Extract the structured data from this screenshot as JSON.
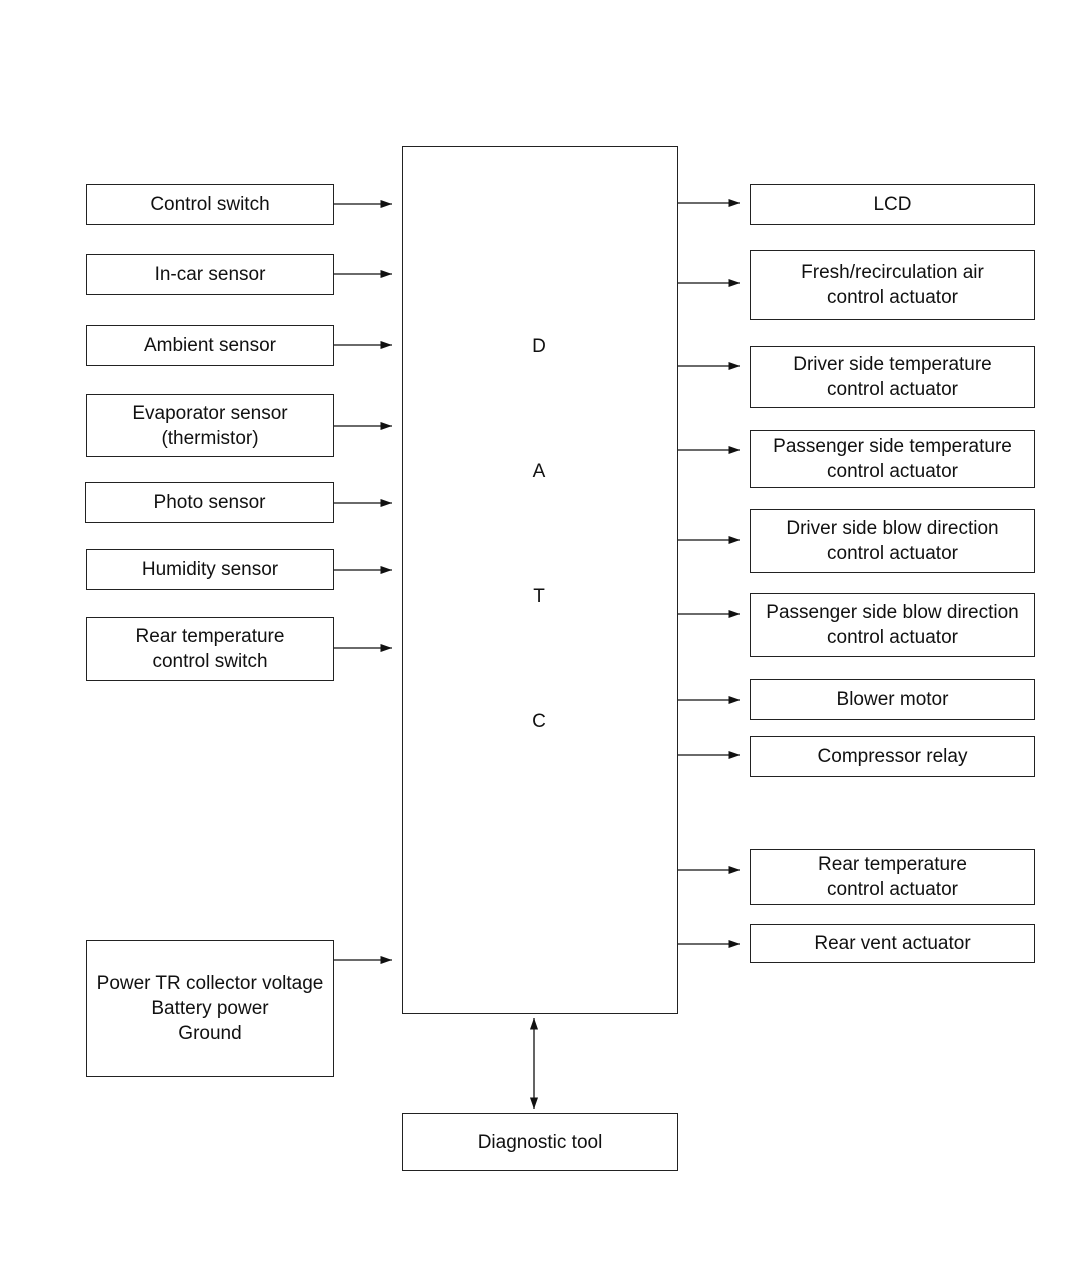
{
  "diagram": {
    "center": {
      "letters": [
        "D",
        "A",
        "T",
        "C"
      ]
    },
    "inputs": [
      "Control switch",
      "In-car sensor",
      "Ambient sensor",
      "Evaporator sensor\n(thermistor)",
      "Photo sensor",
      "Humidity sensor",
      "Rear temperature\ncontrol switch",
      "Power TR collector voltage\nBattery power\nGround"
    ],
    "outputs": [
      "LCD",
      "Fresh/recirculation air\ncontrol actuator",
      "Driver side temperature\ncontrol actuator",
      "Passenger side temperature\ncontrol actuator",
      "Driver side blow direction\ncontrol actuator",
      "Passenger side blow direction\ncontrol actuator",
      "Blower motor",
      "Compressor relay",
      "Rear temperature\ncontrol actuator",
      "Rear vent actuator"
    ],
    "diagnostic": "Diagnostic tool"
  }
}
